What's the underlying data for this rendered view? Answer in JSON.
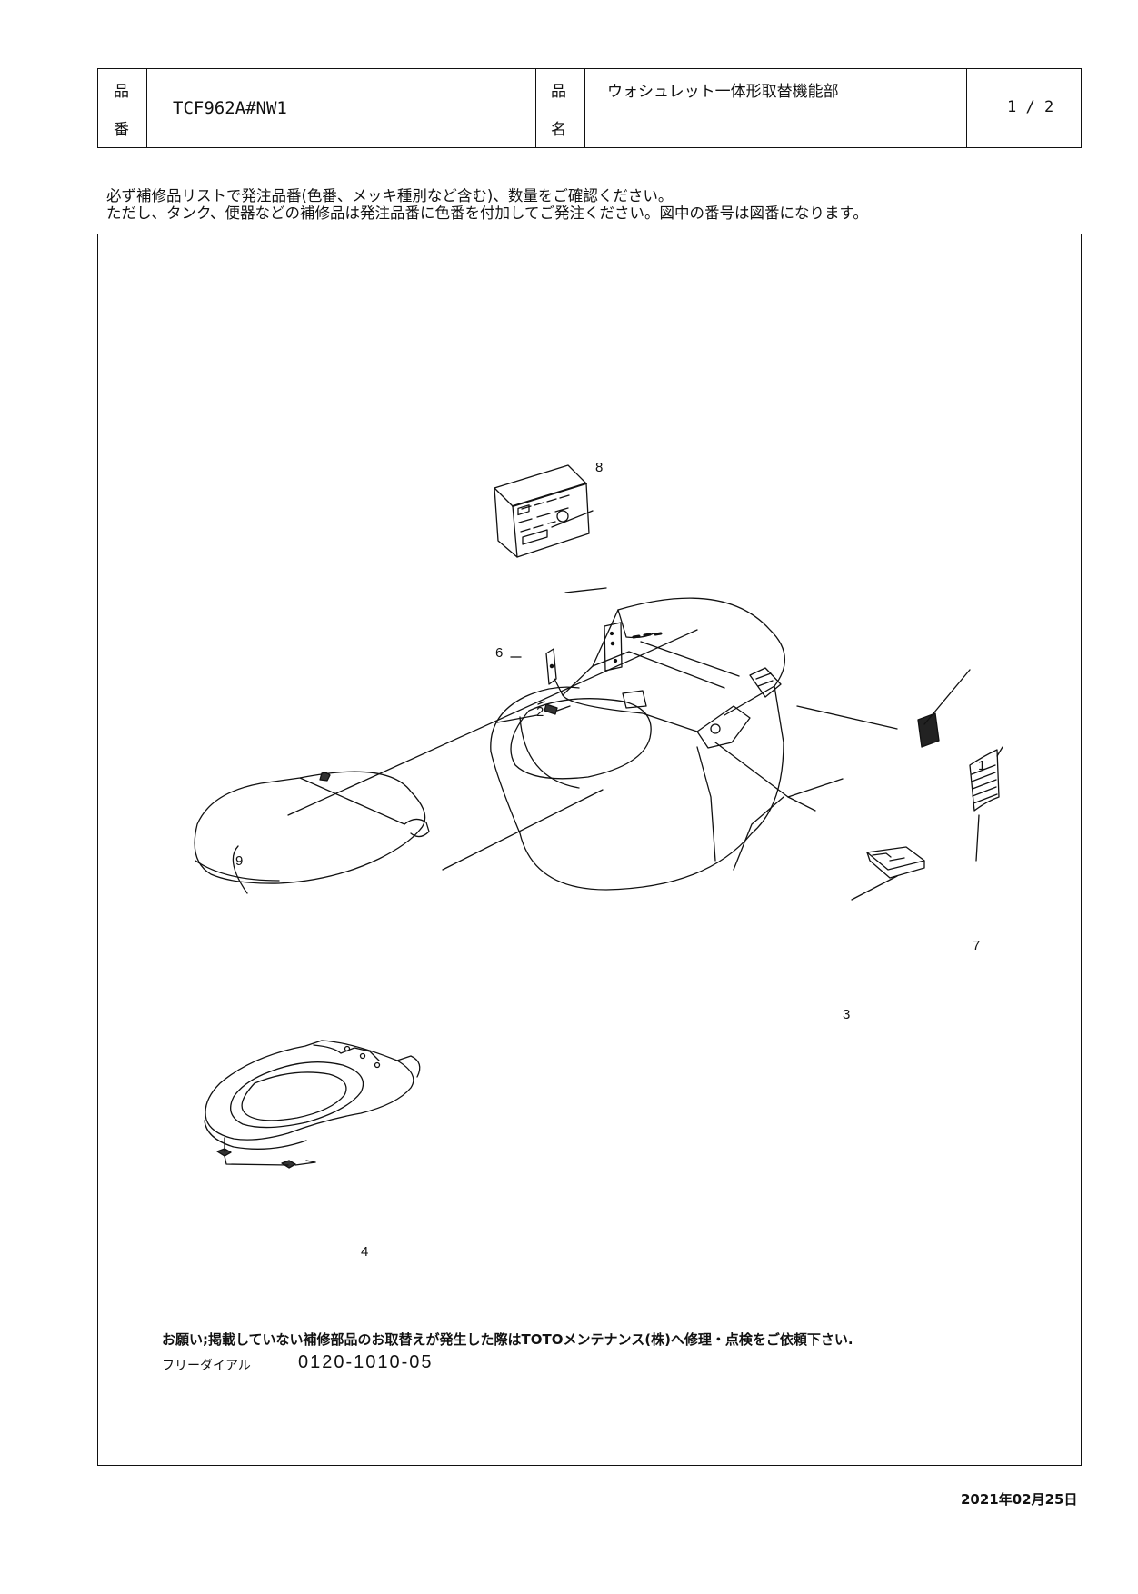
{
  "header": {
    "part_no_label_1": "品",
    "part_no_label_2": "番",
    "part_no": "TCF962A#NW1",
    "name_label_1": "品",
    "name_label_2": "名",
    "part_name": "ウォシュレット一体形取替機能部",
    "page": "1 / 2"
  },
  "notes": {
    "line1": "必ず補修品リストで発注品番(色番、メッキ種別など含む)、数量をご確認ください。",
    "line2": "ただし、タンク、便器などの補修品は発注品番に色番を付加してご発注ください。図中の番号は図番になります。"
  },
  "diagram": {
    "callouts": [
      "1",
      "2",
      "3",
      "4",
      "6",
      "7",
      "8",
      "9"
    ]
  },
  "footer": {
    "request": "お願い;掲載していない補修部品のお取替えが発生した際はTOTOメンテナンス(株)へ修理・点検をご依頼下さい.",
    "freedial_label": "フリーダイアル",
    "freedial_number": "0120-1010-05",
    "date": "2021年02月25日"
  }
}
